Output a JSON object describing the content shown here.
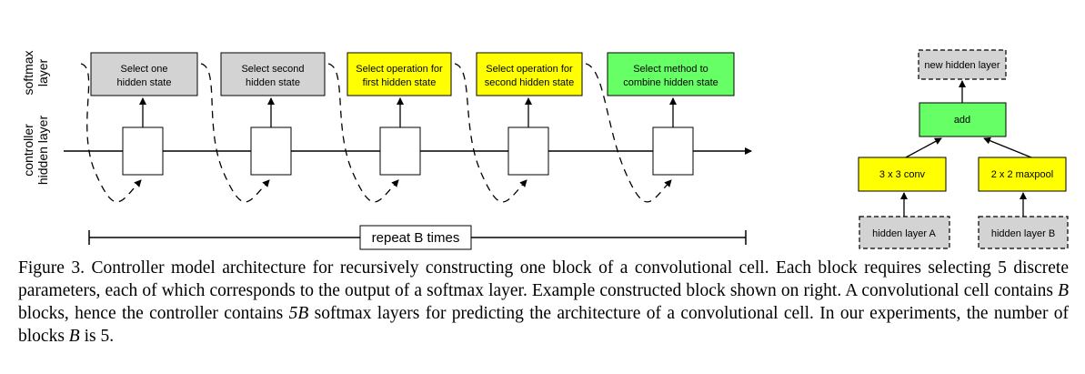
{
  "axis_labels": {
    "softmax_line1": "softmax",
    "softmax_line2": "layer",
    "controller_line1": "controller",
    "controller_line2": "hidden layer"
  },
  "softmax_boxes": [
    {
      "line1": "Select one",
      "line2": "hidden state",
      "fill": "#d3d3d3"
    },
    {
      "line1": "Select second",
      "line2": "hidden state",
      "fill": "#d3d3d3"
    },
    {
      "line1": "Select operation for",
      "line2": "first hidden state",
      "fill": "#ffff00"
    },
    {
      "line1": "Select operation for",
      "line2": "second hidden state",
      "fill": "#ffff00"
    },
    {
      "line1": "Select method to",
      "line2": "combine hidden state",
      "fill": "#66ff66"
    }
  ],
  "repeat_label": "repeat B times",
  "example_block": {
    "new_hidden": "new hidden layer",
    "combine": "add",
    "op_left": "3 x 3 conv",
    "op_right": "2 x 2 maxpool",
    "input_left": "hidden layer A",
    "input_right": "hidden layer B",
    "colors": {
      "gray": "#d3d3d3",
      "yellow": "#ffff00",
      "green": "#66ff66"
    }
  },
  "caption": {
    "fig_label": "Figure 3.",
    "part1": "Controller model architecture for recursively constructing one block of a convolutional cell.  Each block requires selecting 5 discrete parameters, each of which corresponds to the output of a softmax layer. Example constructed block shown on right. A convolutional cell contains",
    "var_B1": "B",
    "part2": "blocks, hence the controller contains",
    "var_5B": "5B",
    "part3": "softmax layers for predicting the architecture of a convolutional cell. In our experiments, the number of blocks",
    "var_B2": "B",
    "part4": "is 5."
  }
}
